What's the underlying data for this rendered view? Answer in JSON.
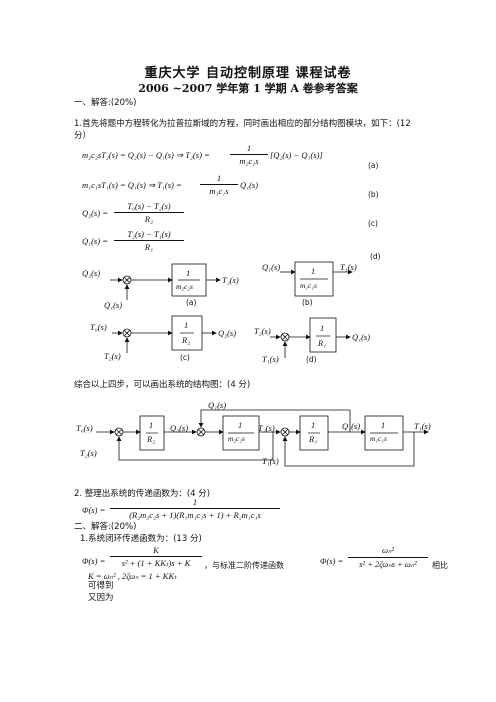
{
  "header": {
    "title": "重庆大学 自动控制原理 课程试卷",
    "subtitle": "2006 ~2007 学年第 1 学期 A 卷参考答案"
  },
  "section1": {
    "heading": "一、解答:(20%)",
    "intro_line1": "1.首先将题中方程转化为拉普拉斯域的方程，同时画出相应的部分结构图模块，如下：(12",
    "intro_line2": "分）",
    "eqs": [
      {
        "lhs": "m₂c₂sT₂(s) = Q₂(s) − Q₁(s) ⇒ T₂(s) =",
        "num": "1",
        "den": "m₂c₂s",
        "rhs": "[Q₂(s) − Q₁(s)]",
        "tag": "(a)"
      },
      {
        "lhs": "m₁c₁sT₁(s) = Q₁(s) ⇒ T₁(s) =",
        "num": "1",
        "den": "m₁c₁s",
        "rhs": "Q₁(s)",
        "tag": "(b)"
      },
      {
        "lhs": "Q₂(s) =",
        "num": "T₀(s) − T₂(s)",
        "den": "R₂",
        "rhs": "",
        "tag": "(c)"
      },
      {
        "lhs": "Q₁(s) =",
        "num": "T₂(s) − T₁(s)",
        "den": "R₁",
        "rhs": "",
        "tag": "(d)"
      }
    ],
    "diagrams": {
      "a": {
        "in": "Q₂(s)",
        "fb": "Q₁(s)",
        "num": "1",
        "den": "m₂c₂s",
        "out": "T₂(s)",
        "tag": "(a)"
      },
      "b": {
        "in": "Q₁(s)",
        "num": "1",
        "den": "m₁c₁s",
        "out": "T₁(s)",
        "tag": "(b)"
      },
      "c": {
        "in": "T₀(s)",
        "fb": "T₂(s)",
        "num": "1",
        "den": "R₂",
        "out": "Q₂(s)",
        "tag": "(c)"
      },
      "d": {
        "in": "T₂(s)",
        "fb": "T₁(s)",
        "num": "1",
        "den": "R₁",
        "out": "Q₁(s)",
        "tag": "(d)"
      }
    },
    "summary": "综合以上四步，可以画出系统的结构图：(4 分)",
    "system": {
      "T0": "T₀(s)",
      "T2bottom": "T₂(s)",
      "R2num": "1",
      "R2den": "R₂",
      "Q2": "Q₂(s)",
      "Q1top": "Q₁(s)",
      "m2num": "1",
      "m2den": "m₂c₂s",
      "T2": "T₂(s)",
      "R1num": "1",
      "R1den": "R₁",
      "Q1": "Q₁(s)",
      "m1num": "1",
      "m1den": "m₁c₁s",
      "T1out": "T₁(s)",
      "T1bottom": "T₁(s)"
    },
    "part2": "2.    整理出系统的传递函数为：(4 分)",
    "tf_lhs": "Φ(s) =",
    "tf_num": "1",
    "tf_den": "(R₂m₂c₂s + 1)(R₁m₁c₁s + 1) + R₂m₁c₁s"
  },
  "section2": {
    "heading": "二、解答:(20%)",
    "line1": "1.系统闭环传递函数为：(13 分)",
    "phi_lhs": "Φ(s) =",
    "phi_num": "K",
    "phi_den": "s² + (1 + KKₜ)s + K",
    "compare_mid": "，与标准二阶传递函数",
    "std_lhs": "Φ(s) =",
    "std_num": "ωₙ²",
    "std_den": "s² + 2ζωₙs + ωₙ²",
    "compare_end": "相比",
    "result_prefix": "可得到",
    "result_eq": "K = ωₙ² ,  2ζωₙ = 1 + KKₜ",
    "also": "又因为"
  }
}
